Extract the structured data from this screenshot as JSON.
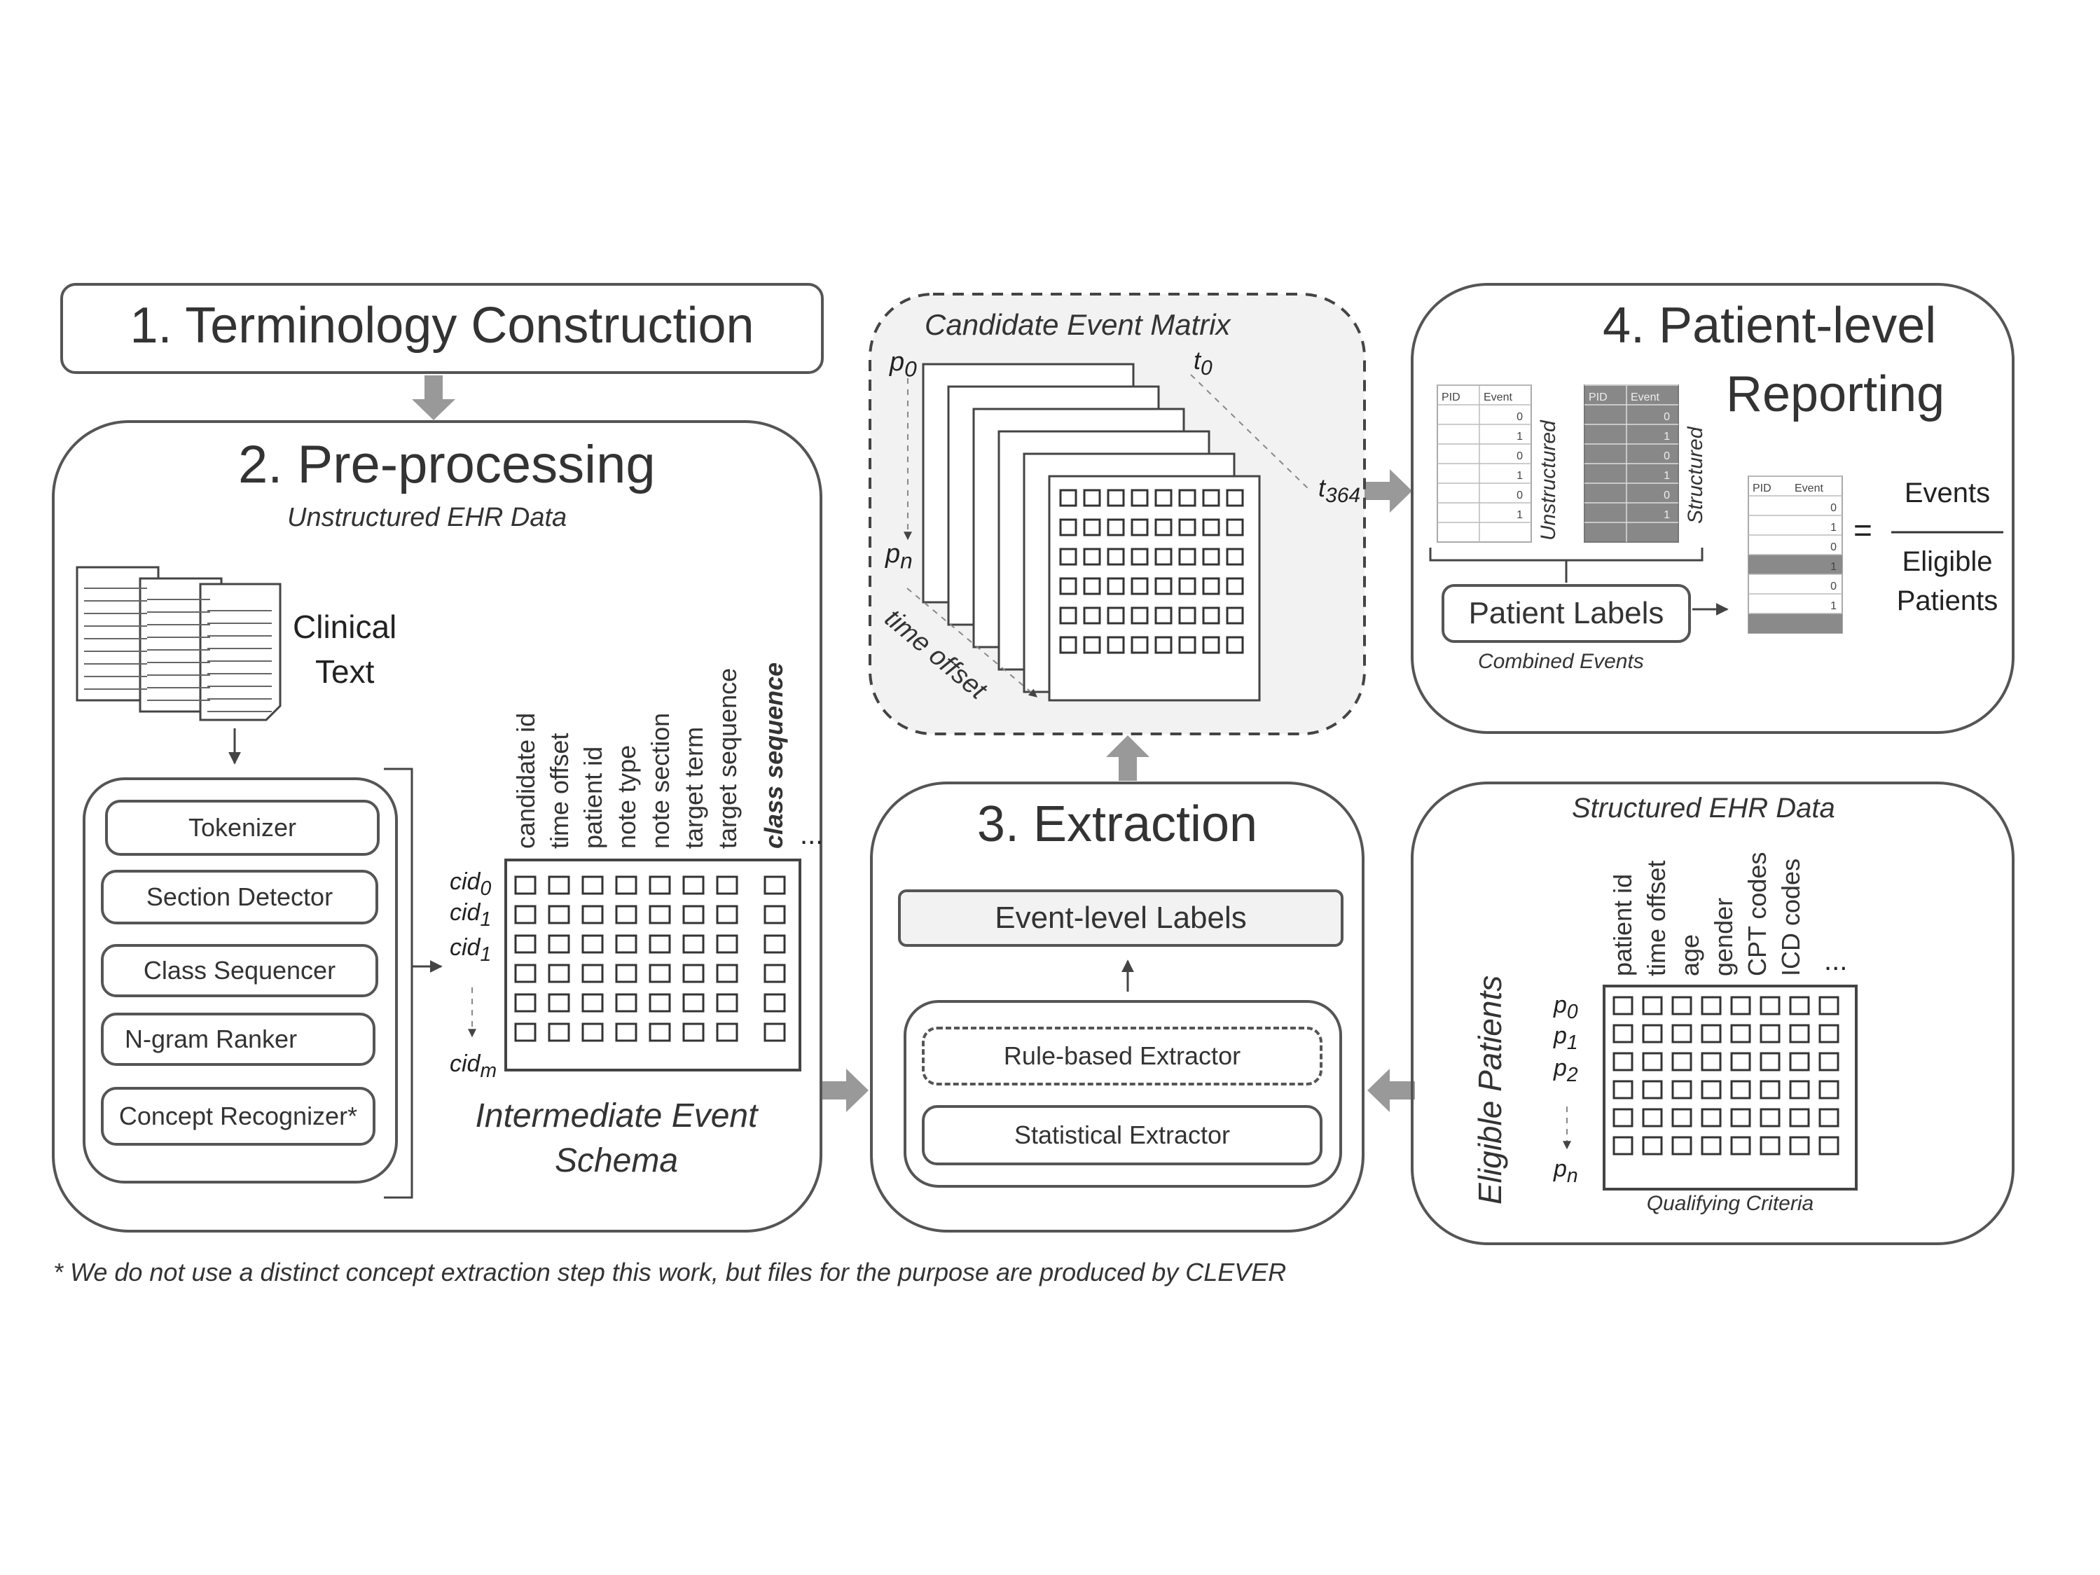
{
  "terminology": {
    "title": "1. Terminology Construction"
  },
  "preprocessing": {
    "title": "2. Pre-processing",
    "subtitle": "Unstructured EHR Data",
    "clinical_text": [
      "Clinical",
      "Text"
    ],
    "modules": [
      "Tokenizer",
      "Section Detector",
      "Class Sequencer",
      "N-gram Ranker",
      "Concept Recognizer*"
    ],
    "schema_columns": [
      "candidate id",
      "time offset",
      "patient id",
      "note type",
      "note section",
      "target term",
      "target sequence",
      "class sequence"
    ],
    "more": "...",
    "row_labels": [
      "cid0",
      "cid1",
      "cid1",
      "cidm"
    ],
    "schema_label": [
      "Intermediate Event",
      "Schema"
    ]
  },
  "candidate_matrix": {
    "title": "Candidate Event Matrix",
    "p_top": "p0",
    "p_bottom": "pn",
    "t_top": "t0",
    "t_end": "t364",
    "axis": "time offset"
  },
  "reporting": {
    "title": [
      "4. Patient-level",
      "Reporting"
    ],
    "mini_table_headers": [
      "PID",
      "Event"
    ],
    "unstructured": "Unstructured",
    "structured": "Structured",
    "patient_labels": "Patient Labels",
    "combined_events": "Combined Events",
    "equals": "=",
    "fraction_top": "Events",
    "fraction_bottom": [
      "Eligible",
      "Patients"
    ],
    "unstructured_values": [
      "0",
      "1",
      "0",
      "1",
      "0",
      "1"
    ],
    "result_values": [
      "0",
      "1",
      "0",
      "1",
      "0",
      "1"
    ]
  },
  "extraction": {
    "title": "3. Extraction",
    "event_labels": "Event-level Labels",
    "rule_based": "Rule-based Extractor",
    "statistical": "Statistical Extractor"
  },
  "structured": {
    "subtitle": "Structured EHR Data",
    "columns": [
      "patient id",
      "time offset",
      "age",
      "gender",
      "CPT codes",
      "ICD codes"
    ],
    "more": "...",
    "eligible": "Eligible Patients",
    "row_labels": [
      "p0",
      "p1",
      "p2",
      "pn"
    ],
    "criteria": "Qualifying Criteria"
  },
  "footnote": "* We do not use a distinct concept extraction step this work, but files for the purpose are produced by CLEVER",
  "colors": {
    "stroke": "#555555",
    "grey_fill": "#8a8a8a",
    "panel": "#f3f3f3"
  }
}
